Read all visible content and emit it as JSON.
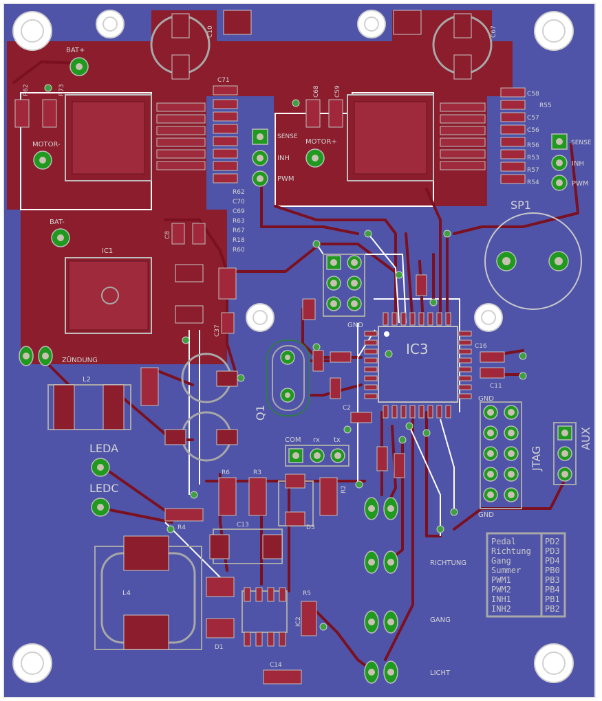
{
  "labels": {
    "bat_plus": "BAT+",
    "bat_minus": "BAT-",
    "motor_minus": "MOTOR-",
    "motor_plus": "MOTOR+",
    "sense1": "SENSE",
    "sense2": "SENSE",
    "inh1": "INH",
    "inh2": "INH",
    "pwm1": "PWM",
    "pwm2": "PWM",
    "sp1": "SP1",
    "ic1": "IC1",
    "ic2": "IC2",
    "ic3": "IC3",
    "q1": "Q1",
    "l2": "L2",
    "l4": "L4",
    "zuendung": "ZÜNDUNG",
    "leda": "LEDA",
    "ledc": "LEDC",
    "com": "COM",
    "rx": "rx",
    "tx": "tx",
    "jtag": "JTAG",
    "aux": "AUX",
    "gnd1": "GND",
    "gnd2": "GND",
    "gnd3": "GND",
    "richtung": "RICHTUNG",
    "gang": "GANG",
    "licht": "LICHT",
    "c10": "C10",
    "c67": "C67",
    "c71": "C71",
    "c68": "C68",
    "c59": "C59",
    "c58": "C58",
    "r55": "R55",
    "c57": "C57",
    "c56": "C56",
    "r56": "R56",
    "r53": "R53",
    "r57": "R57",
    "r54": "R54",
    "r62": "R62",
    "r73": "R73",
    "r3": "R3",
    "r4": "R4",
    "r5": "R5",
    "r6": "R6",
    "r2": "R2",
    "c13": "C13",
    "c14": "C14",
    "c16": "C16",
    "c11": "C11",
    "d1": "D1",
    "d3": "D3",
    "c37": "C37",
    "c2": "C2",
    "c8": "C8"
  },
  "ref_stack": [
    "R62",
    "C70",
    "C69",
    "R63",
    "R67",
    "R18",
    "R60"
  ],
  "pin_table": {
    "rows": [
      {
        "signal": "Pedal",
        "port": "PD2"
      },
      {
        "signal": "Richtung",
        "port": "PD3"
      },
      {
        "signal": "Gang",
        "port": "PD4"
      },
      {
        "signal": "Summer",
        "port": "PB0"
      },
      {
        "signal": "PWM1",
        "port": "PB3"
      },
      {
        "signal": "PWM2",
        "port": "PB4"
      },
      {
        "signal": "INH1",
        "port": "PB1"
      },
      {
        "signal": "INH2",
        "port": "PB2"
      }
    ]
  },
  "colors": {
    "board": "#5054a8",
    "copper_top": "#8b1d2c",
    "silkscreen": "#d4d4d4",
    "pad_ring": "#1f9a1f"
  }
}
